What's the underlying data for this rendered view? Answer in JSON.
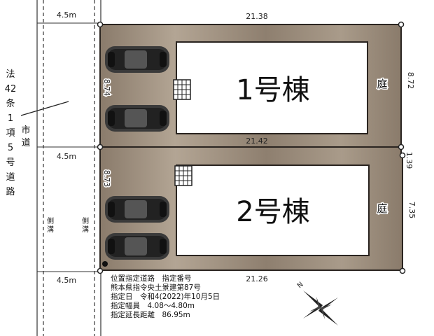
{
  "road": {
    "vertical_label_chars": [
      "法",
      "42",
      "条",
      "1",
      "項",
      "5",
      "号",
      "道",
      "路"
    ],
    "city_road_chars": [
      "市",
      "道"
    ],
    "gutter_chars": [
      "側",
      "溝"
    ],
    "width_labels": [
      "4.5m",
      "4.5m",
      "4.5m"
    ]
  },
  "lots": [
    {
      "building_label": "1号棟",
      "garden_label": "庭",
      "top_length": "21.38",
      "left_depth": "8.74",
      "right_depth": "8.72"
    },
    {
      "building_label": "2号棟",
      "garden_label": "庭",
      "top_length": "21.42",
      "left_depth": "8.73",
      "right_depth": "7.35",
      "right_offset": "1.39",
      "bottom_length": "21.26"
    }
  ],
  "notes": [
    "位置指定道路　指定番号",
    "熊本県指令央土景建第87号",
    "指定日　令和4(2022)年10月5日",
    "指定幅員　4.08～4.80m",
    "指定延長距離　86.95m"
  ],
  "compass": {
    "north_label": "N"
  },
  "colors": {
    "lot": "#8e7f6f",
    "lot_light": "#b5a898",
    "outline": "#2a2420"
  }
}
